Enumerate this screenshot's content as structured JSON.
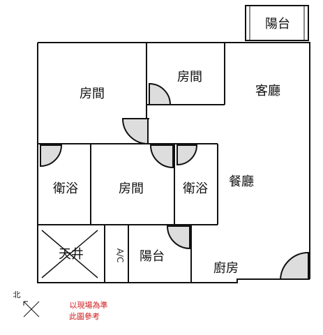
{
  "rooms": {
    "balcony_top": "陽台",
    "bedroom_top_left": "房間",
    "bedroom_top_middle": "房間",
    "living_room": "客廳",
    "bathroom_left": "衛浴",
    "bedroom_middle": "房間",
    "bathroom_right": "衛浴",
    "dining_room": "餐廳",
    "patio": "天井",
    "ac": "A/C",
    "balcony_bottom": "陽台",
    "kitchen": "廚房"
  },
  "compass": {
    "label": "北"
  },
  "notes": {
    "line1": "以現場為準",
    "line2": "此圖參考"
  },
  "colors": {
    "wall": "#111111",
    "door_fill": "#dddddd",
    "note": "#d11a1a"
  }
}
